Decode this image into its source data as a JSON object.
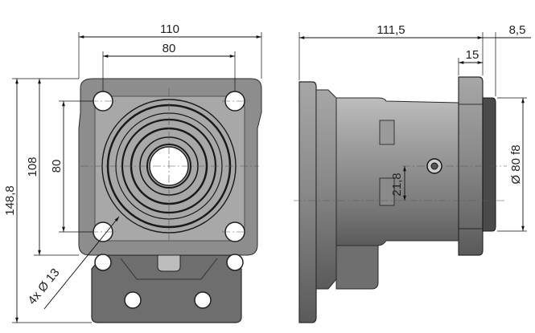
{
  "dimensions": {
    "flange_width": "110",
    "bolt_spacing_horizontal": "80",
    "overall_height": "148,8",
    "height_108": "108",
    "bolt_spacing_vertical": "80",
    "hole_callout": "4x Ø 13",
    "side_length": "111,5",
    "flange_thickness": "15",
    "pilot_length": "8,5",
    "pilot_diameter": "Ø 80 f8",
    "port_offset": "21,8"
  }
}
